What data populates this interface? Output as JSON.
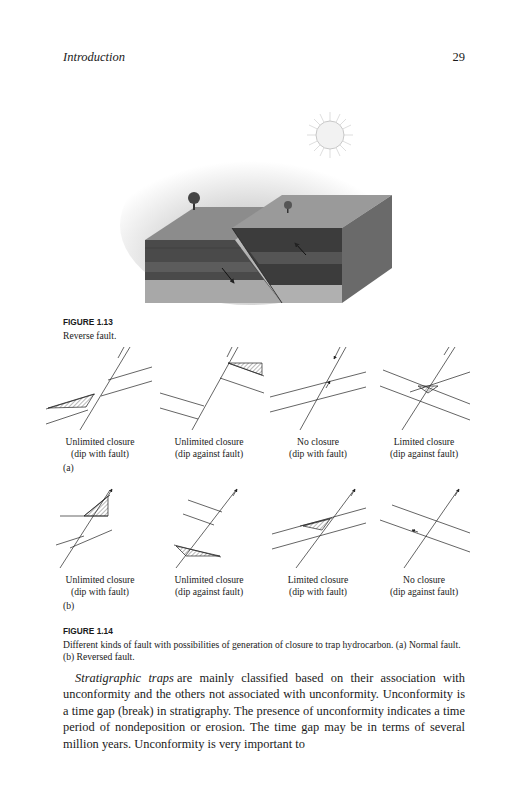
{
  "diagram": {
    "labels": [
      "Introduction",
      "29",
      "FIGURE 1.13",
      "Reverse fault.",
      "Unlimited closure",
      "(dip with fault)",
      "Unlimited closure",
      "(dip against fault)",
      "No closure",
      "(dip with fault)",
      "Limited closure",
      "(dip against fault)",
      "(a)",
      "Unlimited closure",
      "(dip with fault)",
      "Unlimited closure",
      "(dip against fault)",
      "Limited closure",
      "(dip with fault)",
      "No closure",
      "(dip against fault)",
      "(b)",
      "FIGURE 1.14",
      "Different kinds of fault with possibilities of generation of closure to trap hydrocarbon. (a) Normal fault. (b) Reversed fault.",
      "Stratigraphic traps",
      "are mainly classified based on their association with unconformity and the others not associated with unconformity. Unconformity is a time gap (break) in stratigraphy. The presence of unconformity indicates a time period of nondeposition or erosion. The time gap may be in terms of several million years. Unconformity is very important to"
    ]
  }
}
